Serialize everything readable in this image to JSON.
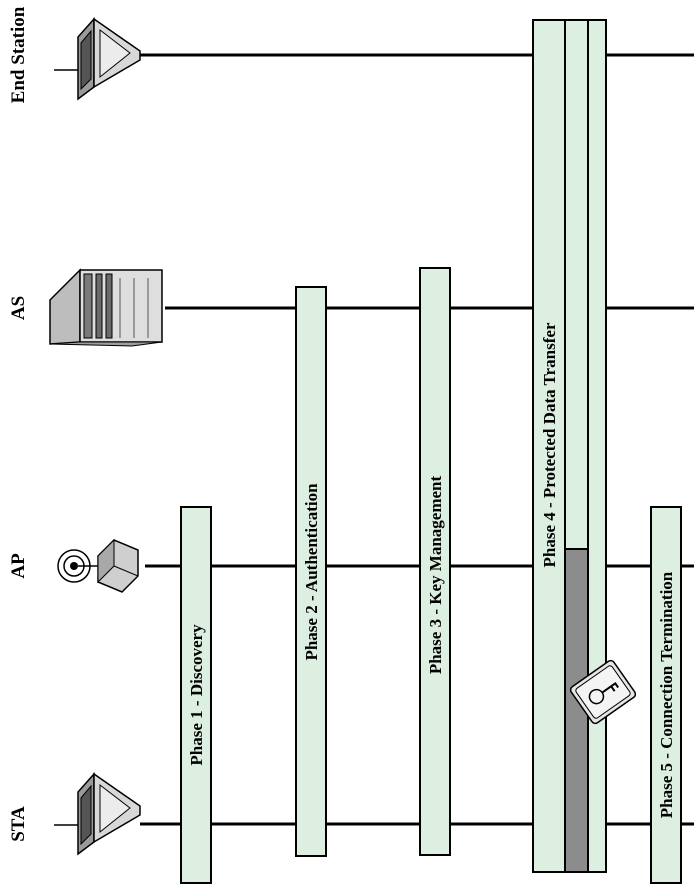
{
  "entities": {
    "end_station": "End Station",
    "as": "AS",
    "ap": "AP",
    "sta": "STA"
  },
  "phases": {
    "p1": "Phase 1 - Discovery",
    "p2": "Phase 2 - Authentication",
    "p3": "Phase 3 - Key Management",
    "p4": "Phase 4 - Protected Data Transfer",
    "p5": "Phase 5 - Connection Termination"
  },
  "colors": {
    "phase_fill": "#dcefe0",
    "secure_channel": "#8c8c8c",
    "line": "#000000"
  },
  "icons": {
    "end_station": "laptop-icon",
    "as": "server-icon",
    "ap": "access-point-icon",
    "sta": "laptop-icon",
    "secure": "padlock-key-icon"
  }
}
